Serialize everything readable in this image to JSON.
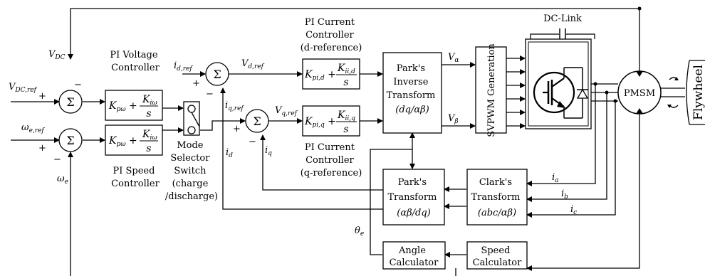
{
  "blocks": {
    "pi_voltage": {
      "title": [
        "PI Voltage",
        "Controller"
      ]
    },
    "pi_speed": {
      "title": [
        "PI Speed",
        "Controller"
      ]
    },
    "mode_switch": {
      "title": [
        "Mode",
        "Selector",
        "Switch",
        "(charge",
        "/discharge)"
      ]
    },
    "pi_current_d": {
      "title": [
        "PI Current",
        "Controller",
        "(d-reference)"
      ]
    },
    "pi_current_q": {
      "title": [
        "PI Current",
        "Controller",
        "(q-reference)"
      ]
    },
    "park_inverse": {
      "lines": [
        "Park's",
        "Inverse",
        "Transform",
        "(dq/αβ)"
      ]
    },
    "svpwm": {
      "label": "SVPWM Generation"
    },
    "dc_link": {
      "label": "DC-Link"
    },
    "pmsm": {
      "label": "PMSM"
    },
    "flywheel": {
      "label": "Flywheel"
    },
    "park": {
      "lines": [
        "Park's",
        "Transform",
        "(αβ/dq)"
      ]
    },
    "clark": {
      "lines": [
        "Clark's",
        "Transform",
        "(abc/αβ)"
      ]
    },
    "angle_calc": {
      "lines": [
        "Angle",
        "Calculator"
      ]
    },
    "speed_calc": {
      "lines": [
        "Speed",
        "Calculator"
      ]
    }
  },
  "signals": {
    "vdc_ref": {
      "main": "V",
      "sub": "DC,ref"
    },
    "vdc": {
      "main": "V",
      "sub": "DC"
    },
    "omega_ref": {
      "main": "ω",
      "sub": "e,ref"
    },
    "omega_e": {
      "main": "ω",
      "sub": "e"
    },
    "id_ref": {
      "main": "i",
      "sub": "d,ref"
    },
    "iq_ref": {
      "main": "i",
      "sub": "q,ref"
    },
    "vd_ref": {
      "main": "V",
      "sub": "d,ref"
    },
    "vq_ref": {
      "main": "V",
      "sub": "q,ref"
    },
    "v_alpha": {
      "main": "V",
      "sub": "α"
    },
    "v_beta": {
      "main": "V",
      "sub": "β"
    },
    "id": {
      "main": "i",
      "sub": "d"
    },
    "iq": {
      "main": "i",
      "sub": "q"
    },
    "ia": {
      "main": "i",
      "sub": "a"
    },
    "ib": {
      "main": "i",
      "sub": "b"
    },
    "ic": {
      "main": "i",
      "sub": "c"
    },
    "theta_e": {
      "main": "θ",
      "sub": "e"
    }
  },
  "formulas": {
    "pi_voltage": {
      "kp": "K",
      "kp_sub": "pω",
      "ki": "K",
      "ki_sub": "iω",
      "den": "s"
    },
    "pi_speed": {
      "kp": "K",
      "kp_sub": "pω",
      "ki": "K",
      "ki_sub": "iω",
      "den": "s"
    },
    "pi_d": {
      "kp": "K",
      "kp_sub": "pi,d",
      "ki": "K",
      "ki_sub": "ii,d",
      "den": "s"
    },
    "pi_q": {
      "kp": "K",
      "kp_sub": "pi,q",
      "ki": "K",
      "ki_sub": "ii,q",
      "den": "s"
    }
  },
  "summers": {
    "symbol": "Σ",
    "plus": "+",
    "minus": "−"
  }
}
